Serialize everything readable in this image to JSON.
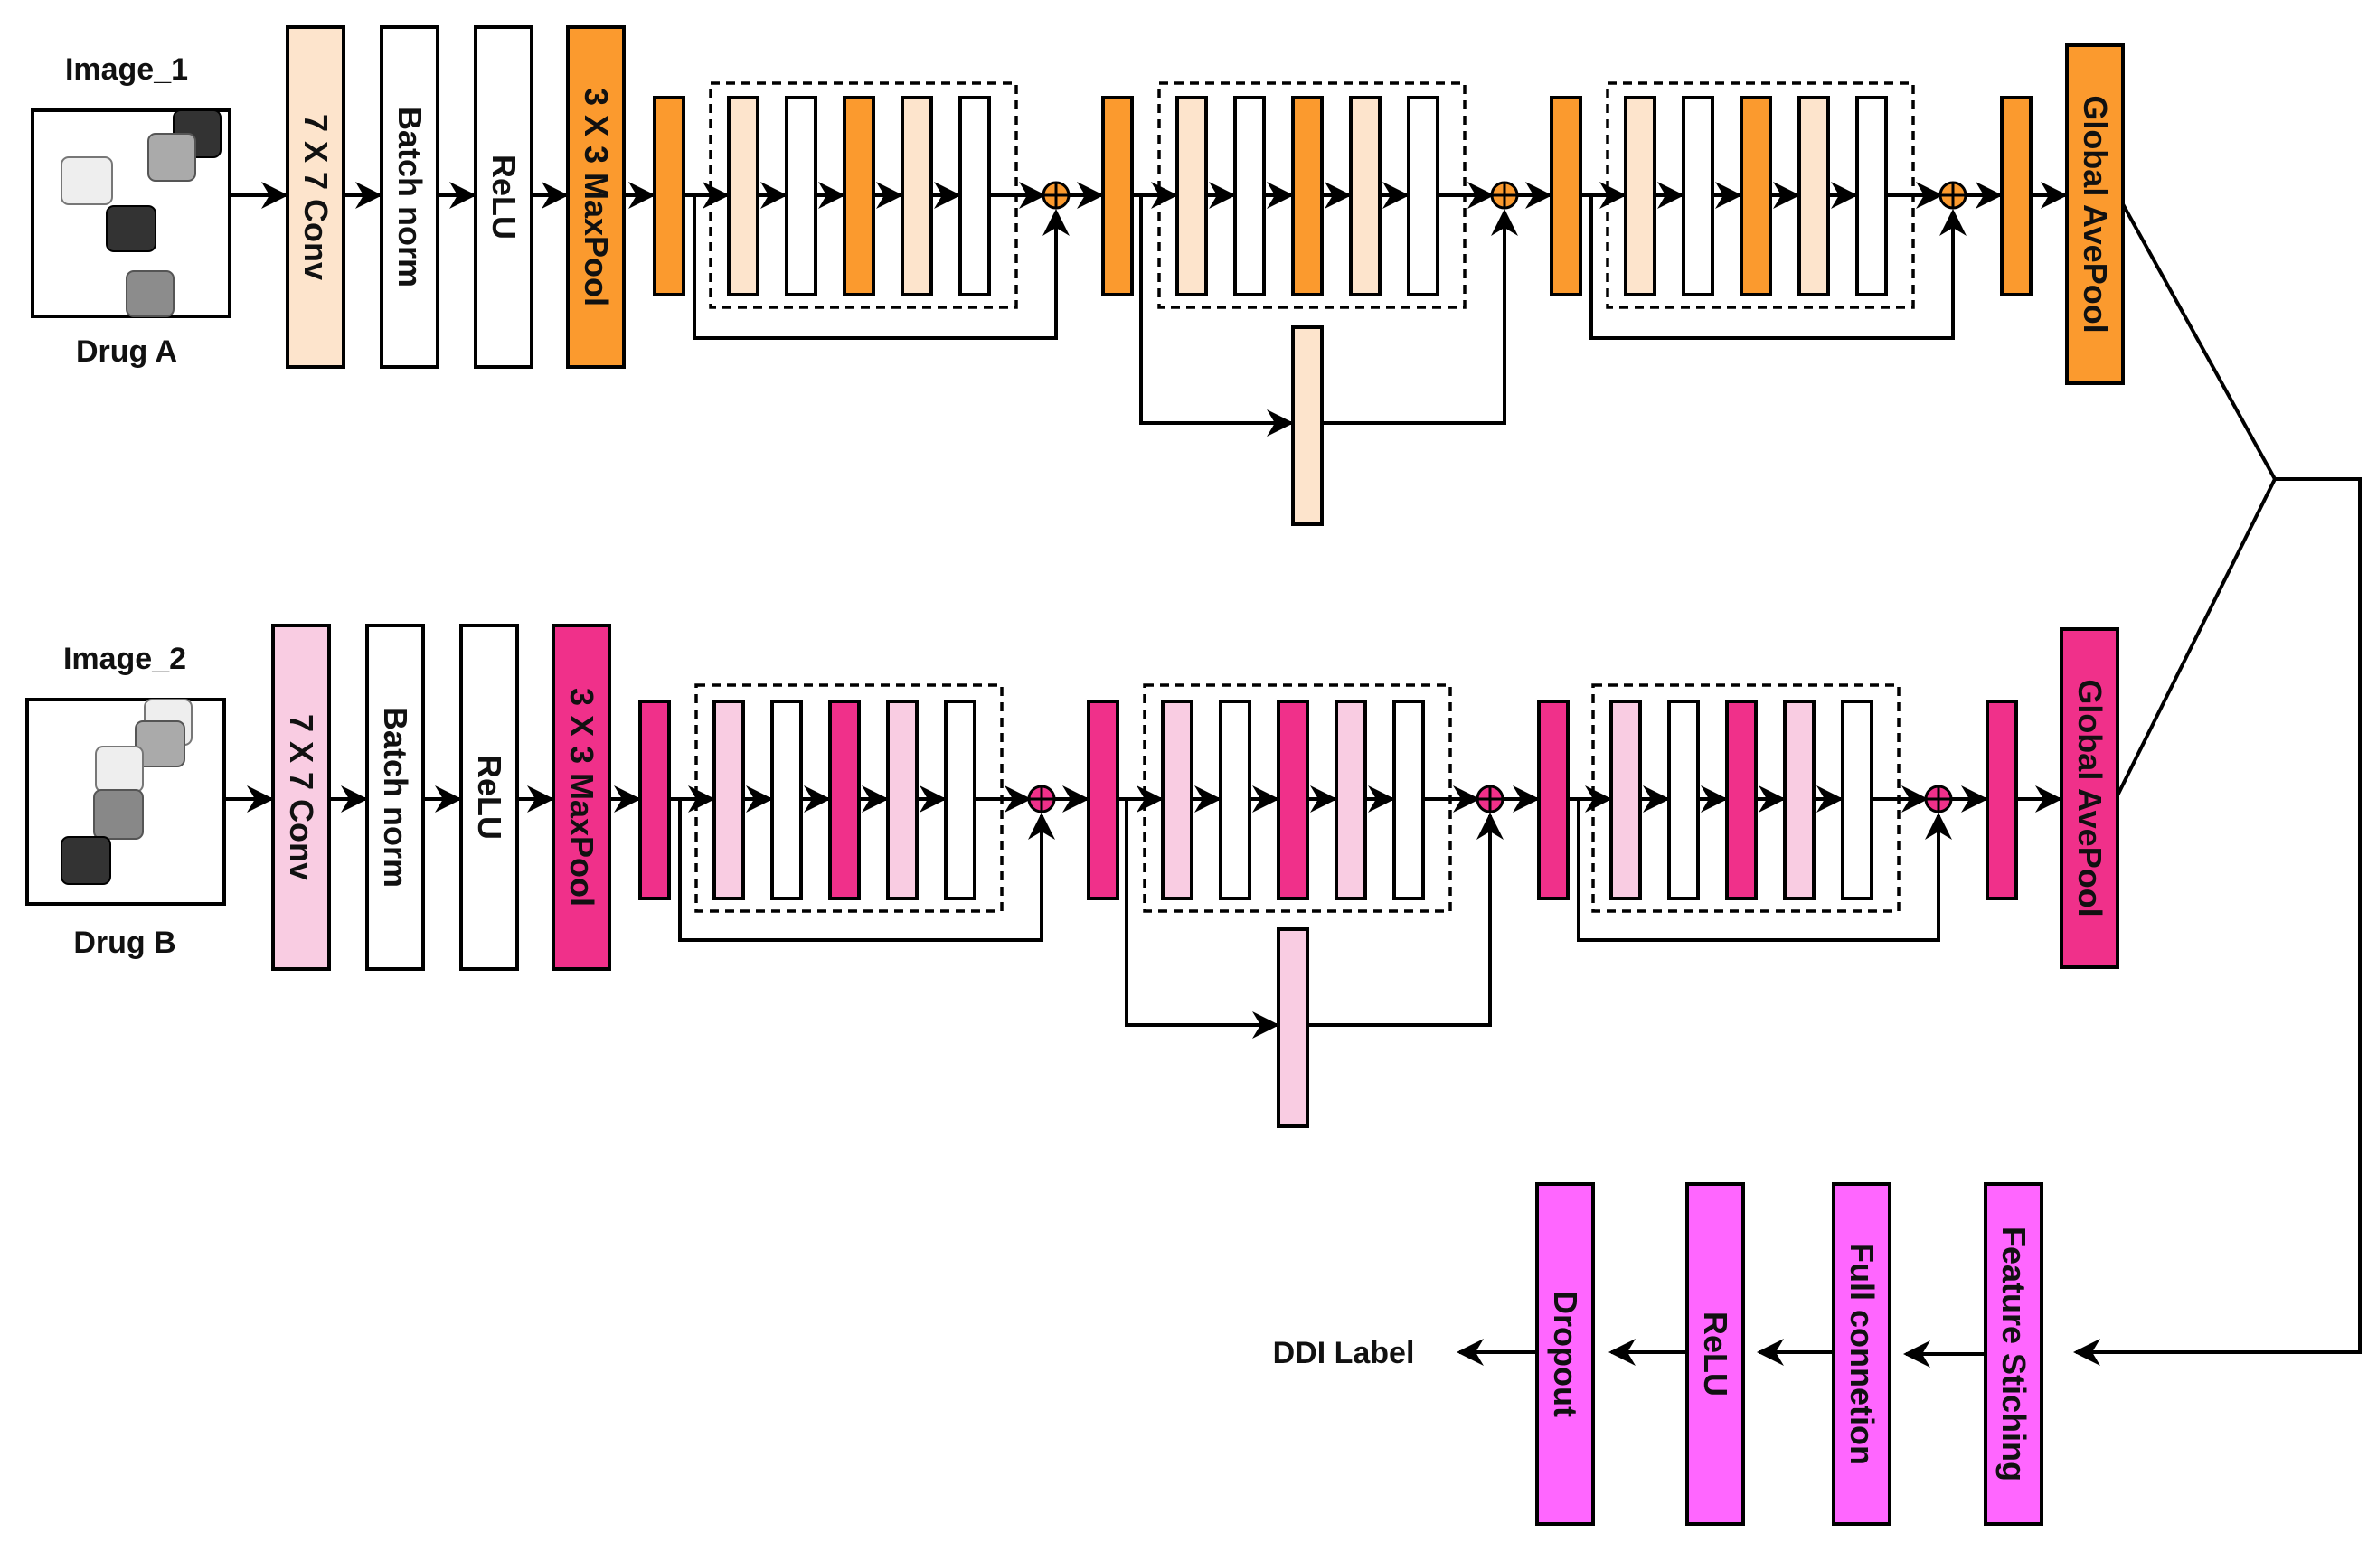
{
  "colors": {
    "orange": "#FB9A2E",
    "orange_light": "#FDE4CC",
    "pink": "#F0308A",
    "pink_light": "#F9CCE2",
    "magenta": "#FF66FF",
    "white": "#FFFFFF",
    "stroke": "#000000"
  },
  "branches": [
    {
      "image_label": "Image_1",
      "drug_label": "Drug A",
      "theme": "orange",
      "layers": [
        "7 X 7 Conv",
        "Batch norm",
        "ReLU",
        "3 X 3 MaxPool"
      ],
      "pool_label": "Global AvePool"
    },
    {
      "image_label": "Image_2",
      "drug_label": "Drug B",
      "theme": "pink",
      "layers": [
        "7 X 7 Conv",
        "Batch norm",
        "ReLU",
        "3 X 3 MaxPool"
      ],
      "pool_label": "Global AvePool"
    }
  ],
  "head": {
    "layers": [
      "Feature Stiching",
      "Full connetion",
      "ReLU",
      "Dropout"
    ],
    "output_label": "DDI Label"
  }
}
